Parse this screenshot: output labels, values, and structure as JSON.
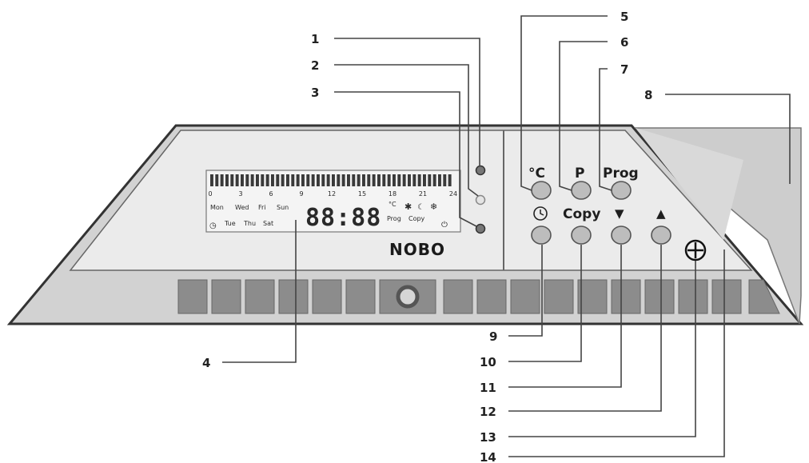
{
  "brand": "NOBO",
  "callouts": [
    "1",
    "2",
    "3",
    "4",
    "5",
    "6",
    "7",
    "8",
    "9",
    "10",
    "11",
    "12",
    "13",
    "14"
  ],
  "lcd": {
    "hours": [
      "0",
      "3",
      "6",
      "9",
      "12",
      "15",
      "18",
      "21",
      "24"
    ],
    "days_row1": [
      "Mon",
      "Wed",
      "Fri",
      "Sun"
    ],
    "days_row2": [
      "Tue",
      "Thu",
      "Sat"
    ],
    "time": "88:88",
    "row1_right": "°C",
    "prog": "Prog",
    "copy": "Copy"
  },
  "buttons": {
    "temp": "°C",
    "p": "P",
    "prog": "Prog",
    "copy": "Copy",
    "down": "▼",
    "up": "▲"
  }
}
